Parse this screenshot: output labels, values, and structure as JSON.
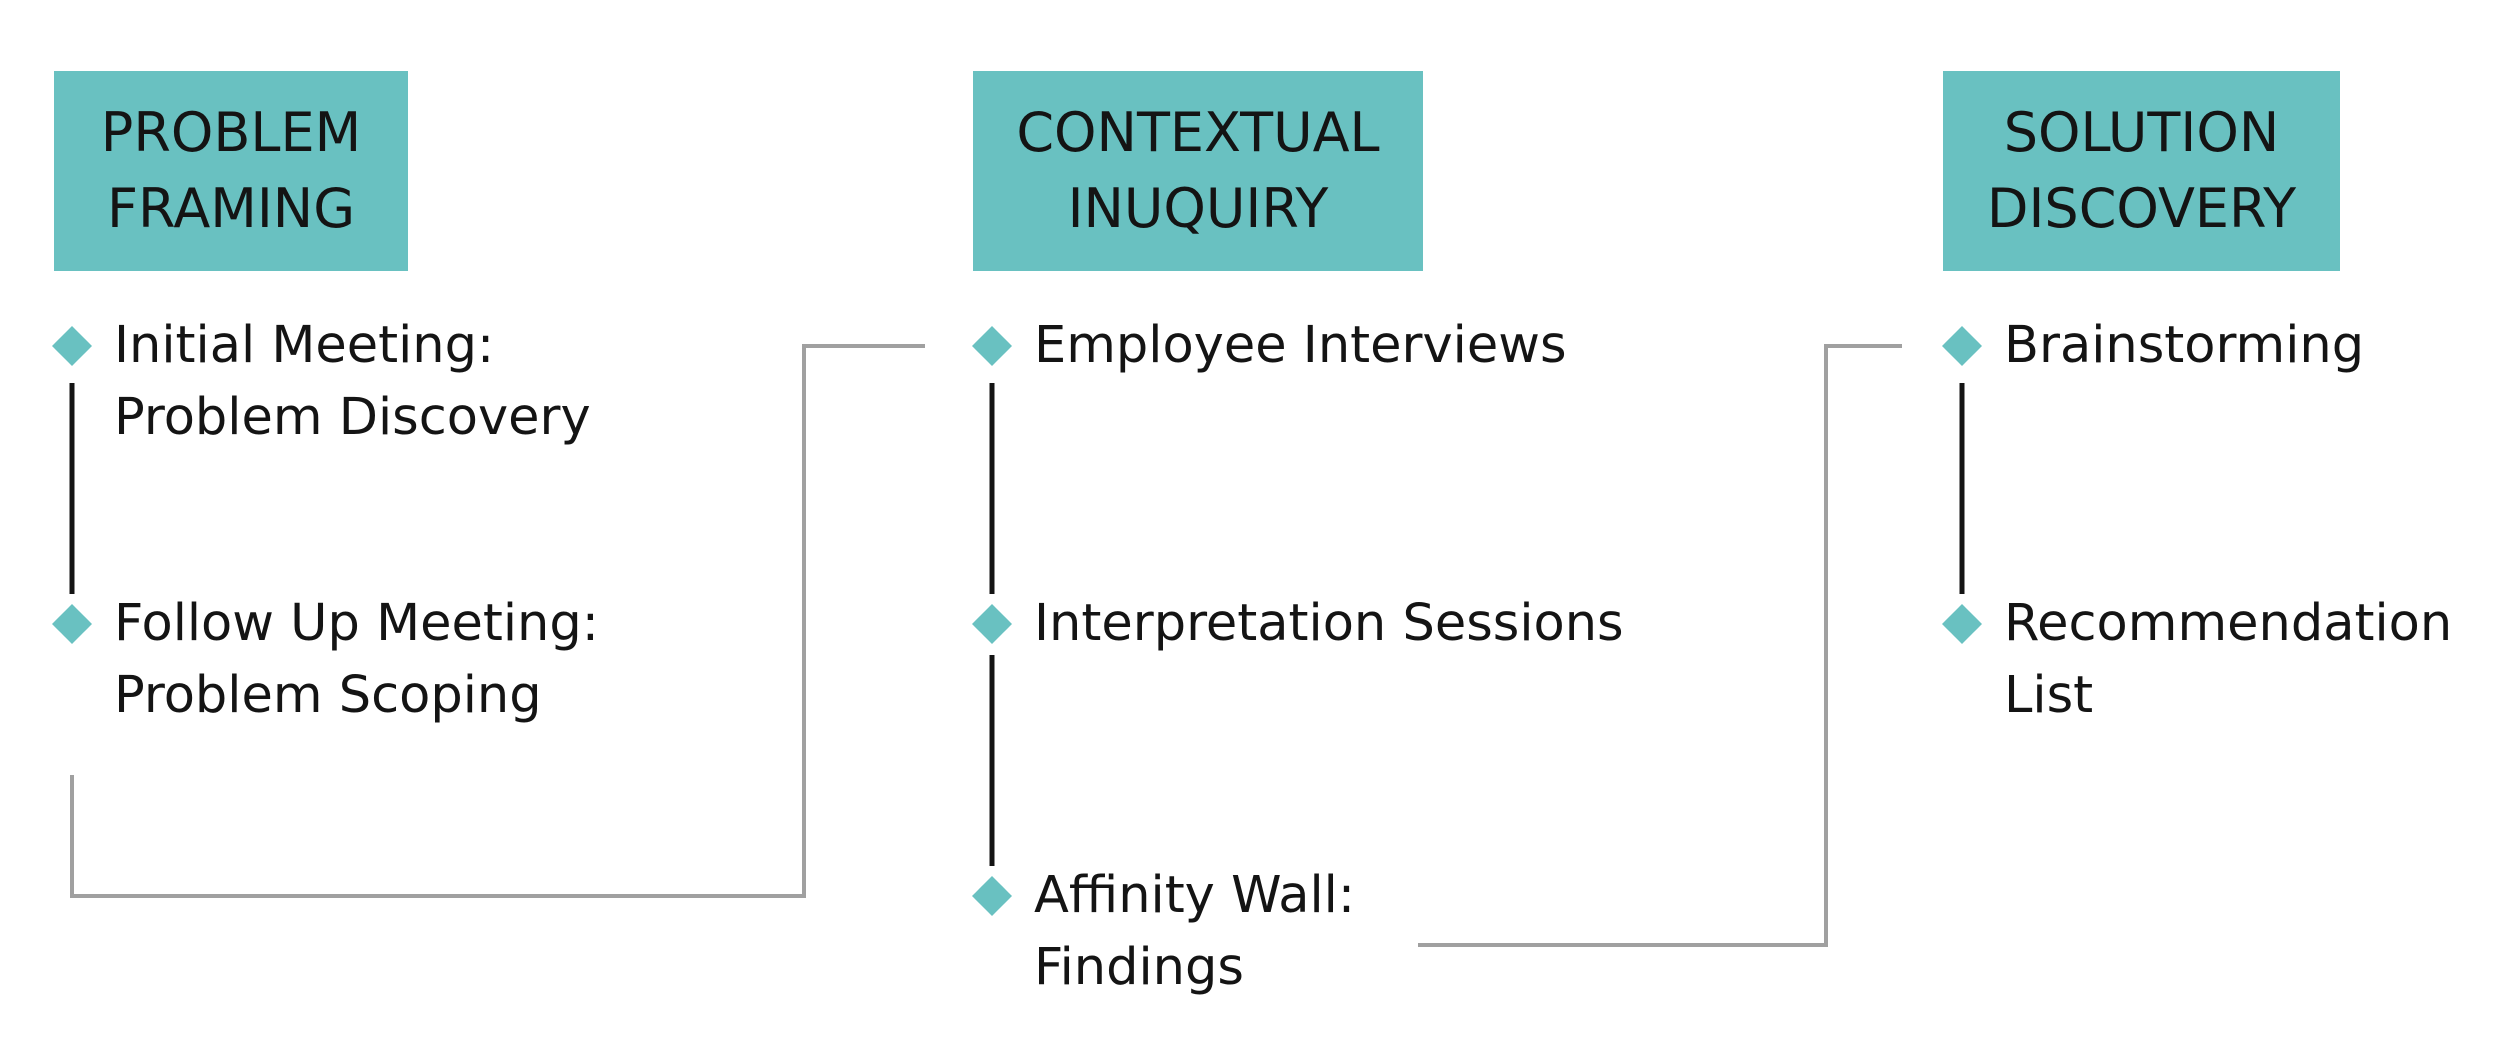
{
  "colors": {
    "accent": "#69c1c1",
    "connector": "#a0a0a0",
    "timeline": "#141414",
    "text": "#141414"
  },
  "phases": [
    {
      "title_lines": [
        "PROBLEM",
        "FRAMING"
      ],
      "steps": [
        {
          "lines": [
            "Initial Meeting:",
            "Problem Discovery"
          ]
        },
        {
          "lines": [
            "Follow Up Meeting:",
            "Problem Scoping"
          ]
        }
      ]
    },
    {
      "title_lines": [
        "CONTEXTUAL",
        "INUQUIRY"
      ],
      "steps": [
        {
          "lines": [
            "Employee Interviews"
          ]
        },
        {
          "lines": [
            "Interpretation Sessions"
          ]
        },
        {
          "lines": [
            "Affinity Wall:",
            "Findings"
          ]
        }
      ]
    },
    {
      "title_lines": [
        "SOLUTION",
        "DISCOVERY"
      ],
      "steps": [
        {
          "lines": [
            "Brainstorming"
          ]
        },
        {
          "lines": [
            "Recommendation",
            "List"
          ]
        }
      ]
    }
  ]
}
